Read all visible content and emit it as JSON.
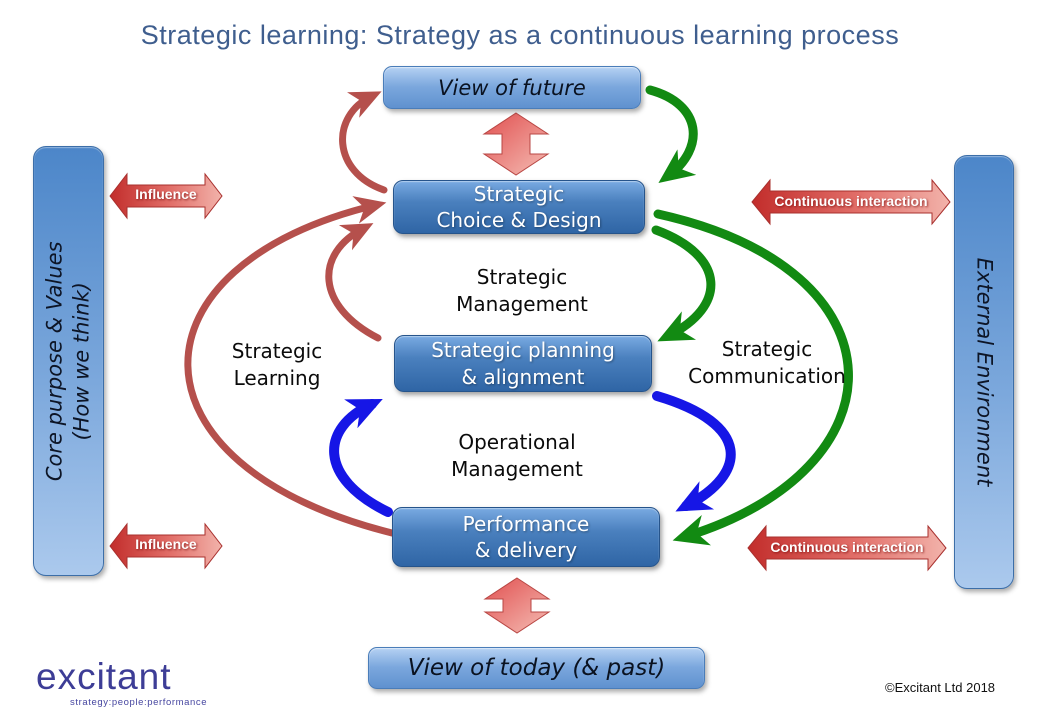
{
  "title": "Strategic learning: Strategy as a continuous learning process",
  "colors": {
    "title_text": "#3F5E8E",
    "red_arc": "#B5504C",
    "green_arc": "#128A12",
    "blue_arc": "#1616E6",
    "box_blue_dark": "#2F65A5",
    "box_blue_light": "#7BA7DD",
    "block_arrow_red": "#C22D2B"
  },
  "boxes": {
    "view_of_future": {
      "label": "View of future"
    },
    "strategic_choice": {
      "line1": "Strategic",
      "line2": "Choice & Design"
    },
    "strategic_planning": {
      "line1": "Strategic planning",
      "line2": "& alignment"
    },
    "performance": {
      "line1": "Performance",
      "line2": "& delivery"
    },
    "view_of_today": {
      "label": "View of today (& past)"
    }
  },
  "stage_labels": {
    "strategic_management": {
      "line1": "Strategic",
      "line2": "Management"
    },
    "strategic_learning": {
      "line1": "Strategic",
      "line2": "Learning"
    },
    "strategic_communication": {
      "line1": "Strategic",
      "line2": "Communication"
    },
    "operational_management": {
      "line1": "Operational",
      "line2": "Management"
    }
  },
  "side_bars": {
    "left": {
      "line1": "Core purpose & Values",
      "line2": "(How we think)"
    },
    "right": {
      "label": "External Environment"
    }
  },
  "block_arrows": {
    "influence_top": "Influence",
    "influence_bottom": "Influence",
    "interaction_top": "Continuous interaction",
    "interaction_bottom": "Continuous interaction"
  },
  "footer": {
    "logo_text": "excitant",
    "logo_tagline": "strategy:people:performance",
    "copyright": "©Excitant Ltd  2018"
  }
}
